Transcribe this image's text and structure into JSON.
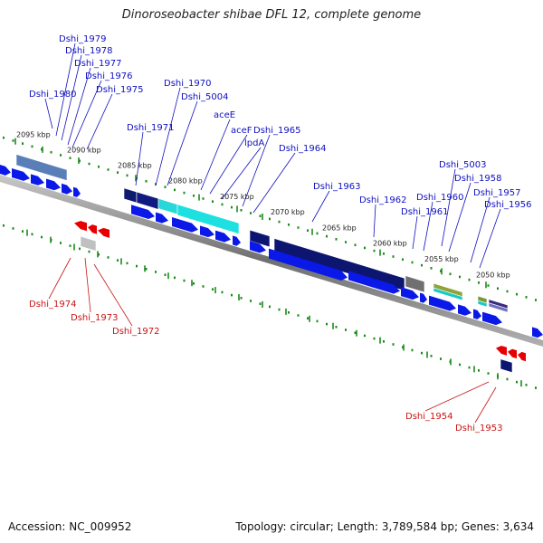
{
  "title": "Dinoroseobacter shibae DFL 12, complete genome",
  "footer": {
    "accession": "Accession: NC_009952",
    "summary": "Topology: circular; Length: 3,789,584 bp; Genes: 3,634"
  },
  "colors": {
    "forward_arrow": "#0a19e8",
    "reverse_arrow": "#e60000",
    "backbone": "#707070",
    "tick": "#1a8a1a",
    "forward_label": "#1010c0",
    "reverse_label": "#c81414"
  },
  "kbp_labels": [
    "2095 kbp",
    "2090 kbp",
    "2085 kbp",
    "2080 kbp",
    "2075 kbp",
    "2070 kbp",
    "2065 kbp",
    "2060 kbp",
    "2055 kbp",
    "2050 kbp"
  ],
  "forward_genes": [
    "Dshi_1980",
    "Dshi_1979",
    "Dshi_1978",
    "Dshi_1977",
    "Dshi_1976",
    "Dshi_1975",
    "Dshi_1971",
    "Dshi_1970",
    "Dshi_5004",
    "aceE",
    "aceF",
    "lpdA",
    "Dshi_1965",
    "Dshi_1964",
    "Dshi_1963",
    "Dshi_1962",
    "Dshi_1961",
    "Dshi_1960",
    "Dshi_5003",
    "Dshi_1958",
    "Dshi_1957",
    "Dshi_1956"
  ],
  "reverse_genes": [
    "Dshi_1974",
    "Dshi_1973",
    "Dshi_1972",
    "Dshi_1954",
    "Dshi_1953"
  ]
}
